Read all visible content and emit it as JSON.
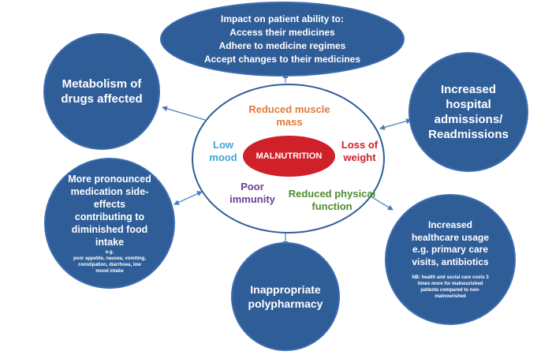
{
  "colors": {
    "bubble_fill": "#2f5d98",
    "malnutrition_fill": "#d0202a",
    "muscle_mass": "#e07b39",
    "low_mood": "#3ea6d8",
    "loss_of_weight": "#d0202a",
    "poor_immunity": "#6d3d98",
    "reduced_physical": "#4e8d2d",
    "arrow": "#4a7ab8"
  },
  "top_oval": {
    "line1": "Impact on patient ability to:",
    "line2": "Access their medicines",
    "line3": "Adhere to medicine regimes",
    "line4": "Accept changes to their medicines"
  },
  "metabolism": {
    "line1": "Metabolism of",
    "line2": "drugs affected"
  },
  "hospital": {
    "line1": "Increased",
    "line2": "hospital",
    "line3": "admissions/",
    "line4": "Readmissions"
  },
  "side_effects": {
    "line1": "More pronounced",
    "line2": "medication side-",
    "line3": "effects",
    "line4": "contributing to",
    "line5": "diminished food",
    "line6": "intake",
    "eg": "e.g.",
    "small1": "poor appetite, nausea, vomiting,",
    "small2": "constipation, diarrhoea, low",
    "small3": "mood intake"
  },
  "polypharmacy": {
    "line1": "Inappropriate",
    "line2": "polypharmacy"
  },
  "healthcare": {
    "line1": "Increased",
    "line2": "healthcare usage",
    "line3": "e.g. primary care",
    "line4": "visits, antibiotics",
    "small1": "NB: health and social care costs 3",
    "small2": "times more for malnourished",
    "small3": "patients compared to non-",
    "small4": "malnourished"
  },
  "center": {
    "core": "MALNUTRITION",
    "muscle_line1": "Reduced muscle",
    "muscle_line2": "mass",
    "low_line1": "Low",
    "low_line2": "mood",
    "weight_line1": "Loss of",
    "weight_line2": "weight",
    "immunity_line1": "Poor",
    "immunity_line2": "immunity",
    "physical_line1": "Reduced physical",
    "physical_line2": "function"
  }
}
